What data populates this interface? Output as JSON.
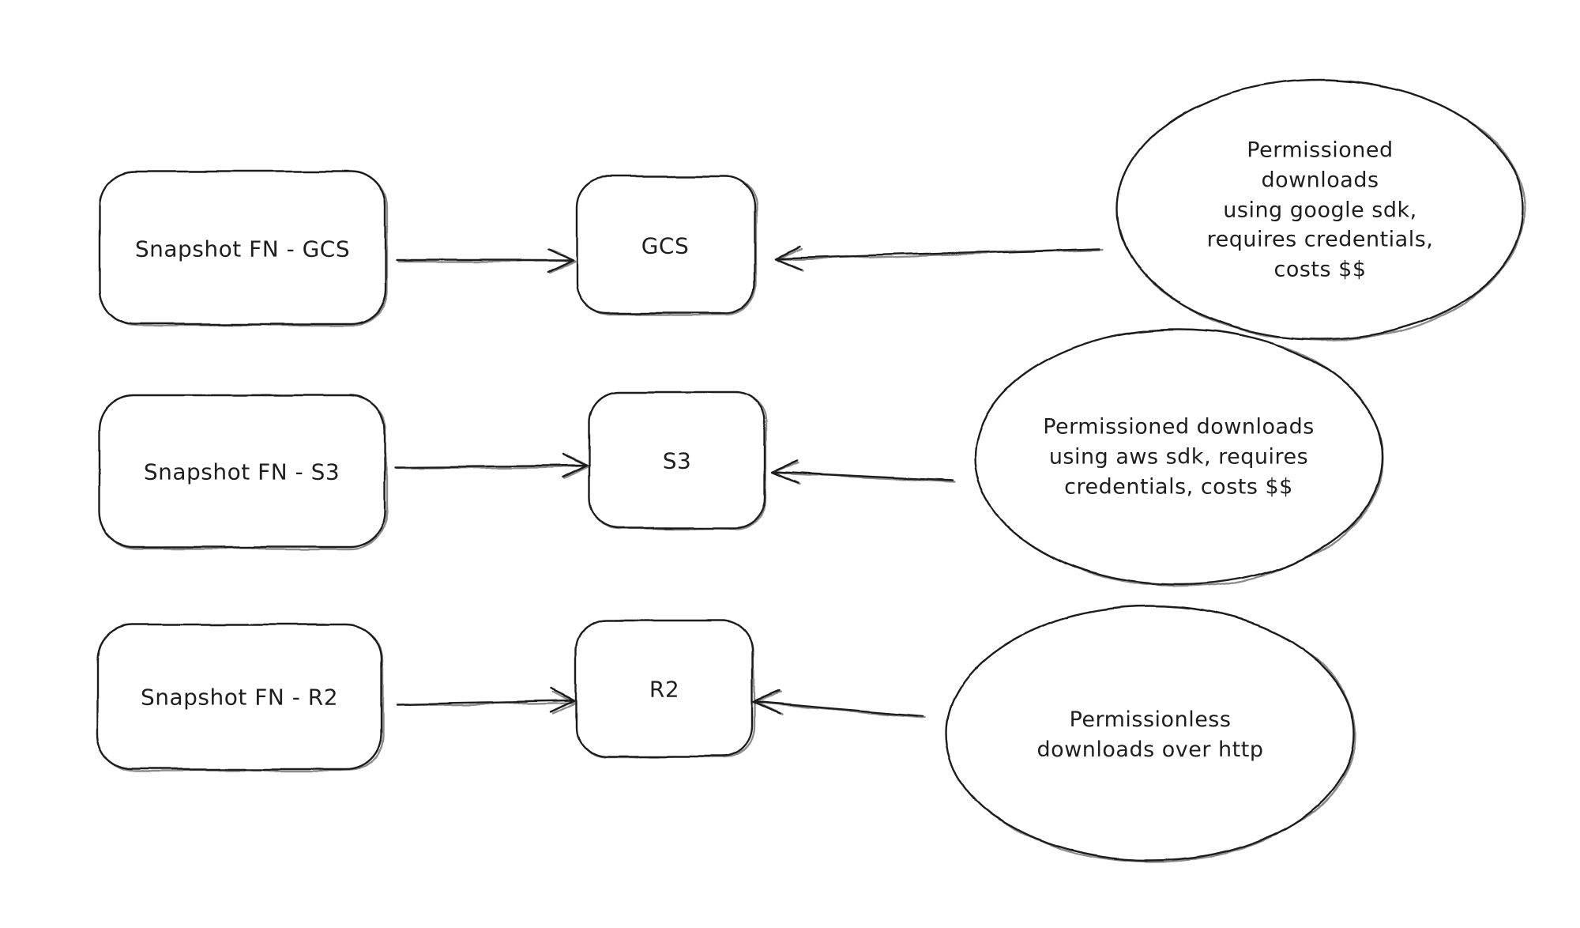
{
  "canvas": {
    "background": "#ffffff",
    "ink_color": "#1e1e1e"
  },
  "rows": [
    {
      "id": "gcs",
      "source_label": "Snapshot FN - GCS",
      "target_label": "GCS",
      "note_label": "Permissioned downloads\nusing google sdk,\nrequires credentials,\ncosts $$"
    },
    {
      "id": "s3",
      "source_label": "Snapshot FN - S3",
      "target_label": "S3",
      "note_label": "Permissioned downloads\nusing aws sdk, requires\ncredentials, costs $$"
    },
    {
      "id": "r2",
      "source_label": "Snapshot FN - R2",
      "target_label": "R2",
      "note_label": "Permissionless\ndownloads over http"
    }
  ]
}
